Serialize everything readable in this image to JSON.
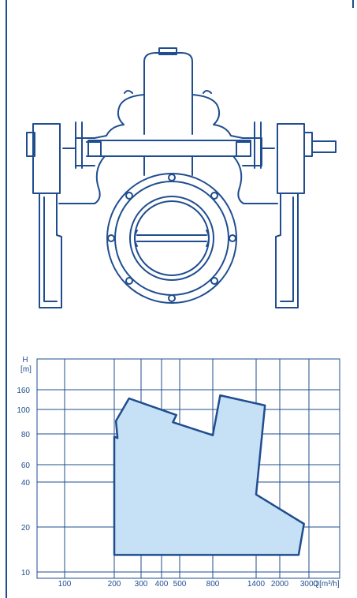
{
  "pump_drawing": {
    "subject": "pump-front-view",
    "line_color": "#1f4d8f",
    "bolt_holes": 8
  },
  "chart_data": {
    "type": "area",
    "title": "",
    "xlabel": "Q[m³/h]",
    "ylabel": "H\n[m]",
    "ylabel_lines": [
      "H",
      "[m]"
    ],
    "x_scale": "log",
    "y_scale": "nonlinear",
    "x_ticks": [
      "100",
      "200",
      "300",
      "400",
      "500",
      "800",
      "1400",
      "2000",
      "3000"
    ],
    "y_ticks": [
      "10",
      "20",
      "40",
      "60",
      "80",
      "100",
      "160"
    ],
    "grid": true,
    "fill_color": "#c6e0f5",
    "line_color": "#1f4d8f",
    "envelope": {
      "x": [
        200,
        210,
        205,
        250,
        480,
        460,
        800,
        880,
        1600,
        1400,
        2800,
        2600,
        200
      ],
      "y": [
        78,
        77,
        90,
        130,
        95,
        89,
        79,
        140,
        110,
        33,
        21,
        13,
        13
      ]
    }
  }
}
